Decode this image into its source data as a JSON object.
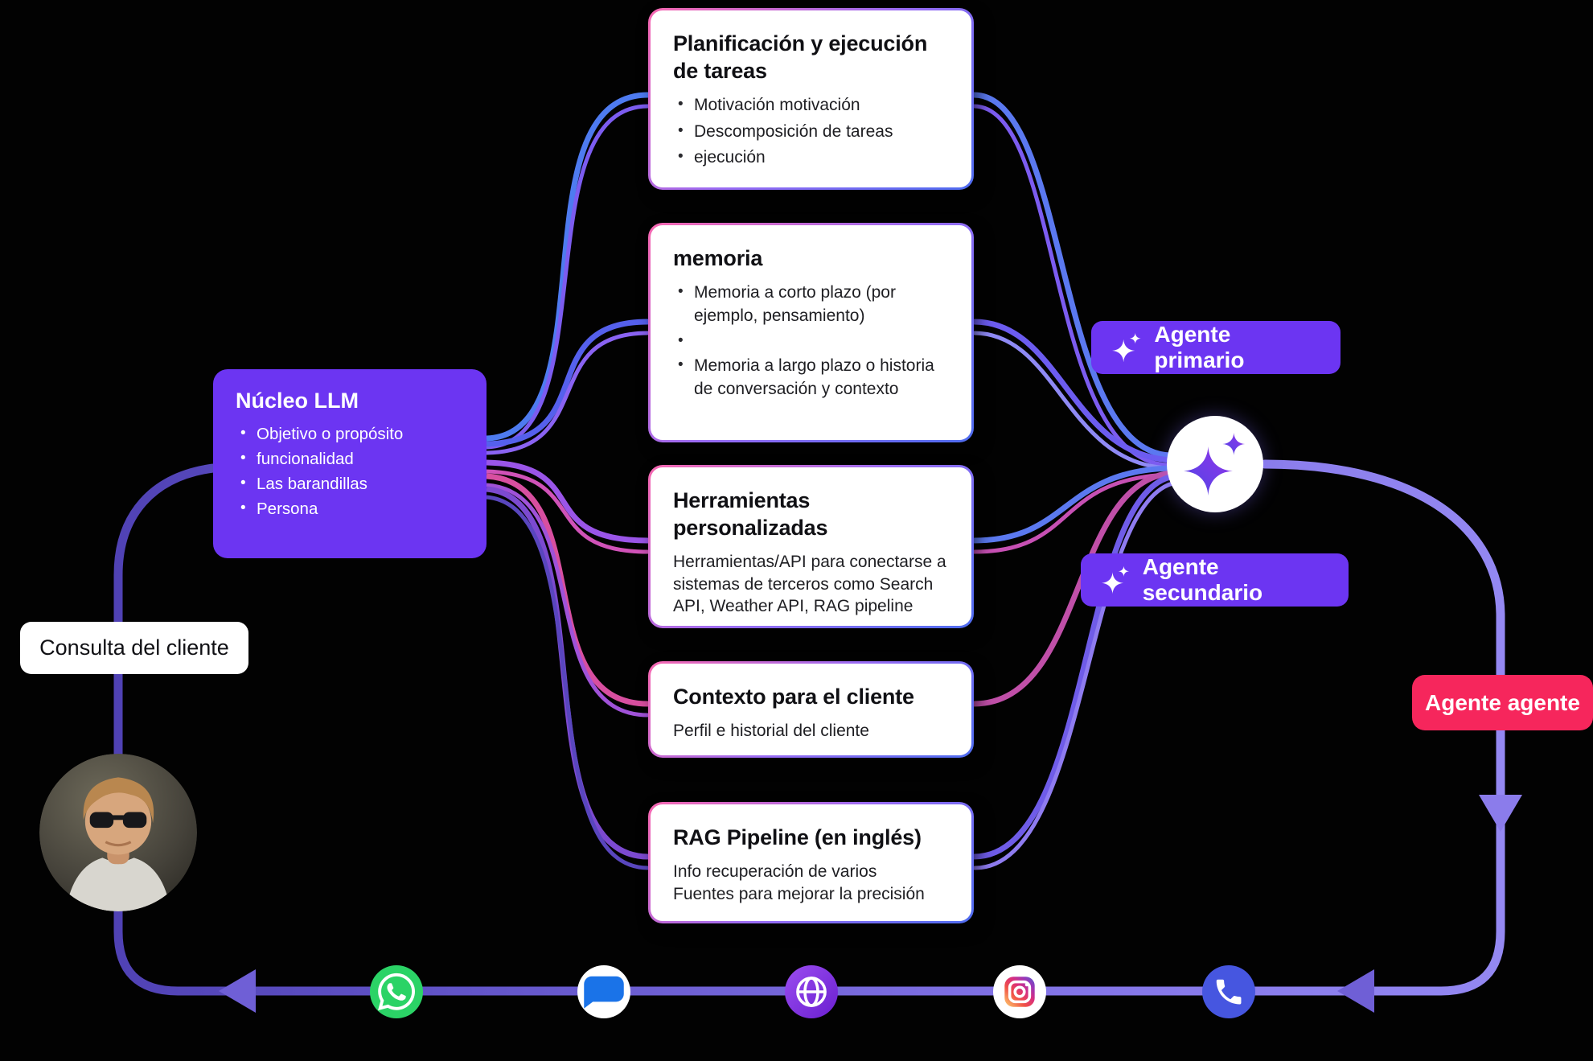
{
  "diagram": {
    "client_query_label": "Consulta del cliente",
    "llm_core": {
      "title": "Núcleo LLM",
      "bullets": [
        "Objetivo o propósito",
        "funcionalidad",
        "Las barandillas",
        "Persona"
      ]
    },
    "cards": [
      {
        "title": "Planificación y ejecución de tareas",
        "bullets": [
          "Motivación motivación",
          "Descomposición de tareas",
          "ejecución"
        ]
      },
      {
        "title": "memoria",
        "bullets": [
          "Memoria a corto plazo (por ejemplo, pensamiento)",
          "",
          "Memoria a largo plazo o historia de conversación y contexto"
        ]
      },
      {
        "title": "Herramientas personalizadas",
        "body": "Herramientas/API para conectarse a sistemas de terceros como Search API, Weather API, RAG pipeline"
      },
      {
        "title": "Contexto para el cliente",
        "body": "Perfil e historial del cliente"
      },
      {
        "title": "RAG Pipeline (en inglés)",
        "body_line1": "Info recuperación de varios",
        "body_line2": "Fuentes para mejorar la precisión"
      }
    ],
    "agents": {
      "primary": "Agente primario",
      "secondary": "Agente secundario",
      "agent_agent": "Agente agente"
    },
    "channel_icons": [
      "whatsapp-icon",
      "messages-icon",
      "globe-icon",
      "instagram-icon",
      "phone-icon"
    ],
    "colors": {
      "agent_purple": "#6C35F2",
      "agent_red": "#F6265C",
      "line_purple": "#8273E6",
      "card_border_pink": "#F768B0",
      "card_border_blue": "#4E6CF0",
      "whatsapp_green": "#2BD366",
      "messages_blue": "#1A73E8",
      "globe_purple": "#8A2BE2",
      "phone_blue": "#4656E0"
    }
  }
}
